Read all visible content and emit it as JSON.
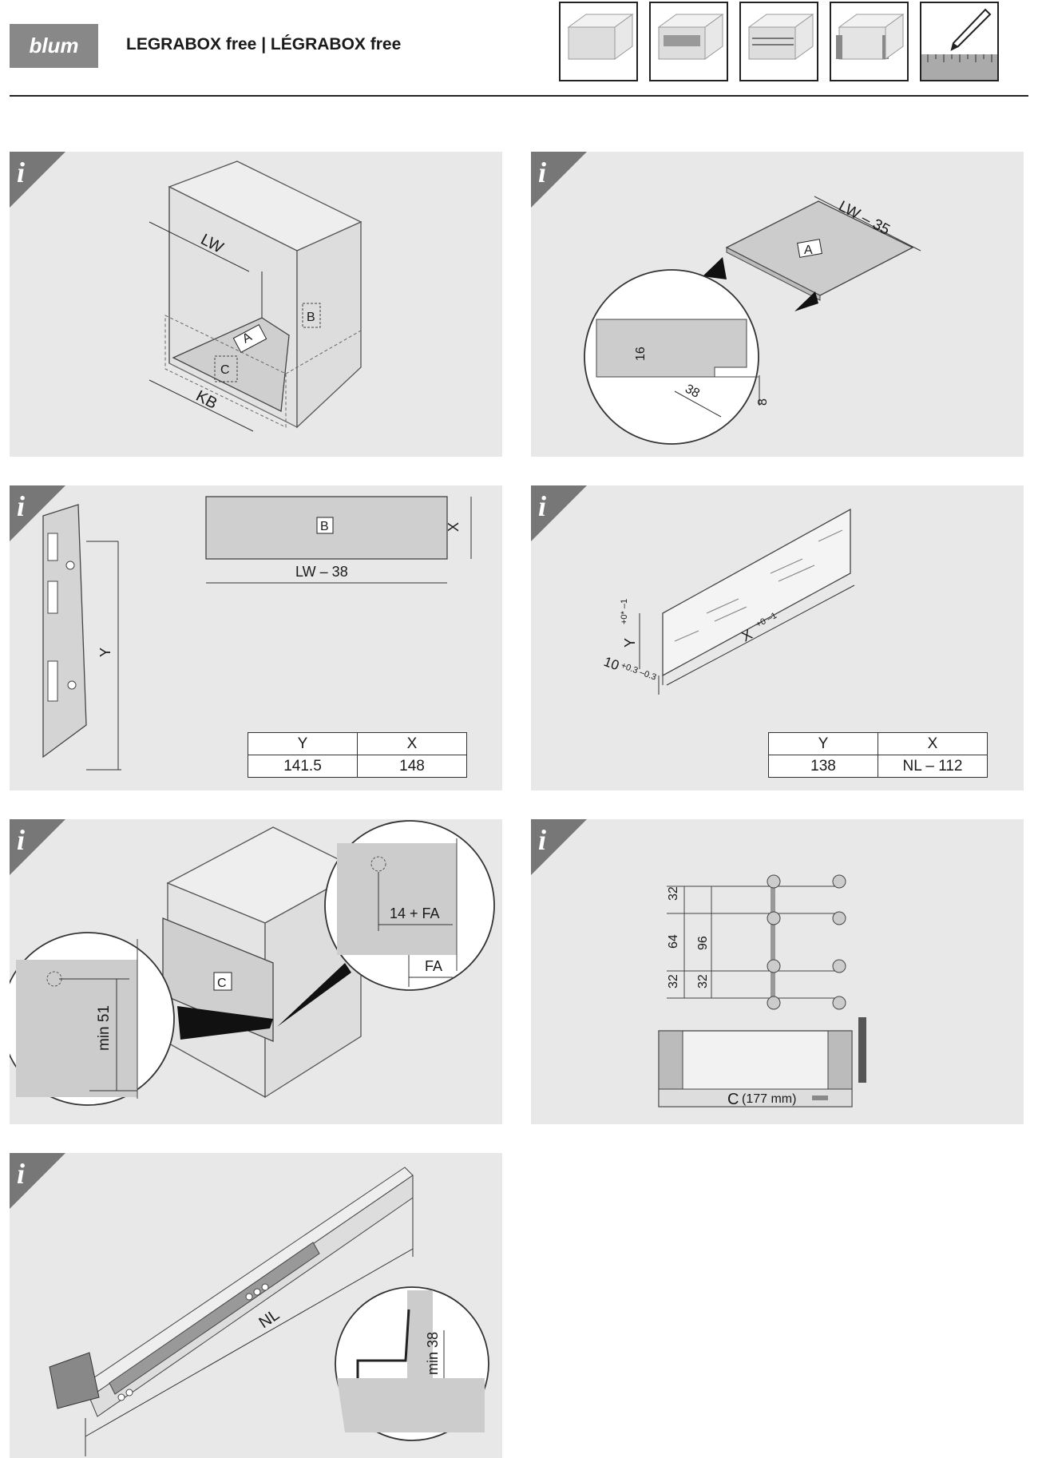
{
  "header": {
    "logo_text": "blum",
    "title": "LEGRABOX free | LÉGRABOX free",
    "thumbnails": [
      "drawer-plain-icon",
      "drawer-gallery-icon",
      "drawer-railing-icon",
      "drawer-inner-icon",
      "pencil-ruler-icon"
    ]
  },
  "info_icon_glyph": "i",
  "panel1": {
    "labels": {
      "lw": "LW",
      "kb": "KB",
      "a": "A",
      "b": "B",
      "c": "C"
    }
  },
  "panel2": {
    "labels": {
      "lw35": "LW – 35",
      "a": "A",
      "d16": "16",
      "d38": "38",
      "d8": "8"
    }
  },
  "panel3": {
    "labels": {
      "b": "B",
      "lw38": "LW – 38",
      "x": "X",
      "y": "Y"
    },
    "table": {
      "headers": [
        "Y",
        "X"
      ],
      "values": [
        "141.5",
        "148"
      ]
    }
  },
  "panel4": {
    "labels": {
      "y": "Y",
      "y_tol": "+0* –1",
      "x": "X",
      "x_tol": "+0 –1",
      "t10": "10",
      "t10_tol": "+0.3 –0.3"
    },
    "table": {
      "headers": [
        "Y",
        "X"
      ],
      "values": [
        "138",
        "NL – 112"
      ]
    }
  },
  "panel5": {
    "labels": {
      "min51": "min 51",
      "c": "C",
      "fa14": "14 + FA",
      "fa": "FA"
    }
  },
  "panel6": {
    "labels": {
      "d32a": "32",
      "d64": "64",
      "d32b": "32",
      "d96": "96",
      "d32c": "32",
      "c": "C",
      "c_mm": "(177 mm)"
    }
  },
  "panel7": {
    "labels": {
      "nl": "NL",
      "min38": "min 38"
    }
  }
}
